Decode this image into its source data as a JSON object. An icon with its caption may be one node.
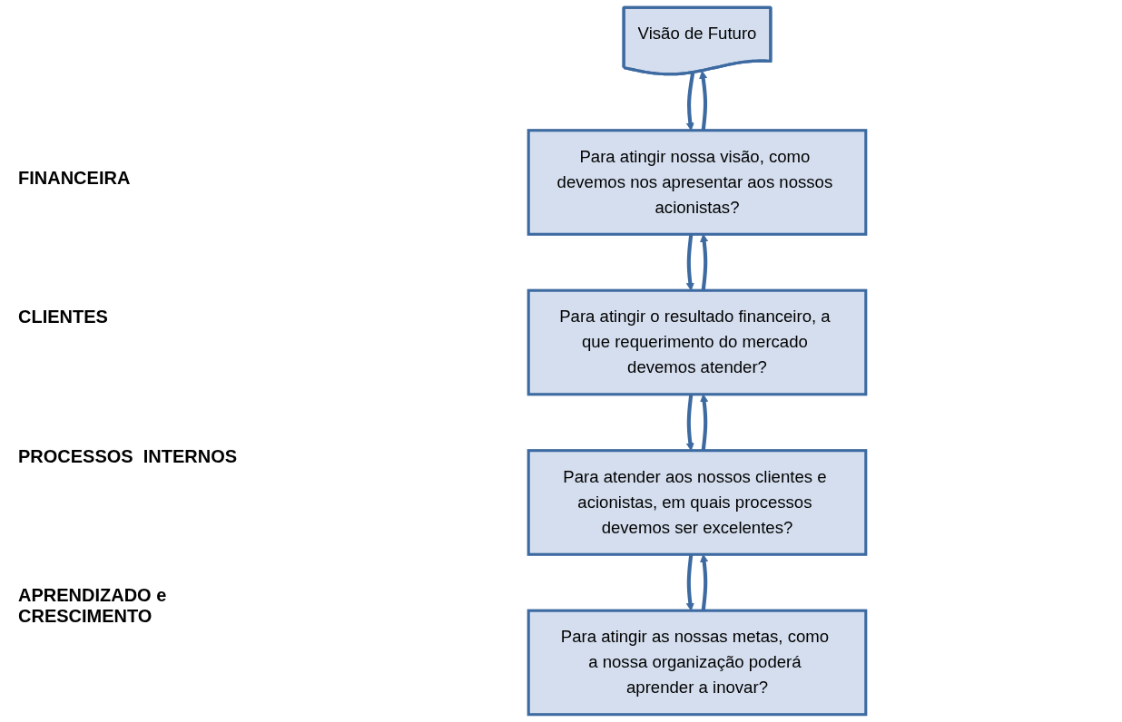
{
  "diagram": {
    "nodes": [
      {
        "text": [
          "Visão de Futuro"
        ]
      },
      {
        "text": [
          "Para atingir nossa visão, como devemos nos apresentar aos nossos acionistas?"
        ]
      },
      {
        "text": [
          "Para atingir o resultado financeiro, a que requerimento do mercado devemos atender?"
        ]
      },
      {
        "text": [
          "Para atender aos nossos clientes e acionistas, em quais processos devemos ser excelentes?"
        ]
      },
      {
        "text": [
          "Para atingir as nossas metas, como a nossa organização poderá aprender a inovar?"
        ]
      }
    ],
    "edges": [
      {
        "from": 0,
        "to": 1,
        "arrow": "to"
      },
      {
        "from": 1,
        "to": 0,
        "arrow": "to"
      },
      {
        "from": 1,
        "to": 2,
        "arrow": "to"
      },
      {
        "from": 2,
        "to": 1,
        "arrow": "to"
      },
      {
        "from": 2,
        "to": 3,
        "arrow": "to"
      },
      {
        "from": 3,
        "to": 2,
        "arrow": "to"
      },
      {
        "from": 3,
        "to": 4,
        "arrow": "to"
      },
      {
        "from": 4,
        "to": 3,
        "arrow": "to"
      }
    ],
    "labels": [
      "FINANCEIRA",
      "CLIENTES",
      "PROCESSOS  INTERNOS",
      "APRENDIZADO e CRESCIMENTO"
    ]
  }
}
